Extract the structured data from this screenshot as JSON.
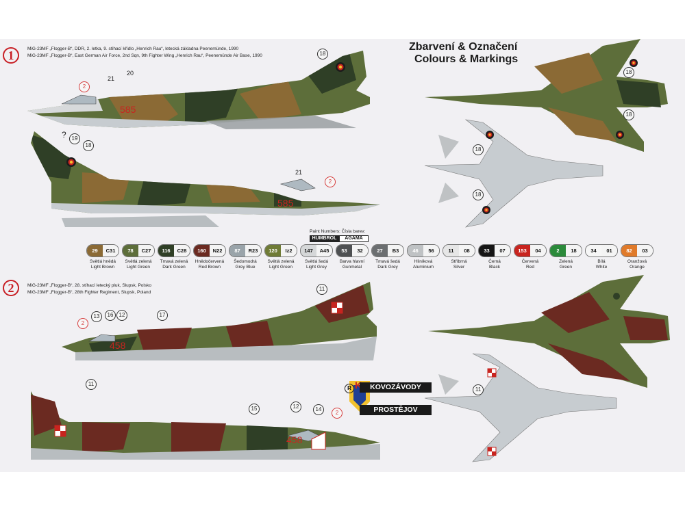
{
  "heading": {
    "czech": "Zbarvení & Označení",
    "english": "Colours & Markings"
  },
  "schemes": [
    {
      "number": "1",
      "caption_cz": "MiG-23MF „Flogger-B“, DDR, 2. letka, 9. stíhací křídlo „Henrich Rau“, letecká základna Peenemünde, 1990",
      "caption_en": "MiG-23MF „Flogger-B“, East German Air Force, 2nd Sqn, 9th Fighter Wing „Henrich Rau“, Peenemünde Air Base, 1990",
      "side_number": "585",
      "callouts": [
        "2",
        "21",
        "20",
        "18",
        "?",
        "19",
        "18",
        "21",
        "2",
        "18",
        "18",
        "18",
        "18"
      ]
    },
    {
      "number": "2",
      "caption_cz": "MiG-23MF „Flogger-B“, 28. stíhací letecký pluk, Slupsk, Polsko",
      "caption_en": "MiG-23MF „Flogger-B“, 28th Fighter Regiment, Slupsk, Poland",
      "side_number": "458",
      "callouts": [
        "11",
        "2",
        "13",
        "16",
        "12",
        "17",
        "11",
        "15",
        "12",
        "14",
        "2",
        "11"
      ]
    }
  ],
  "paint_numbers": {
    "title": "Paint Numbers: Čísla barev:",
    "brand1": "HUMBROL",
    "brand2": "AGAMA"
  },
  "paints": [
    {
      "h": "29",
      "a": "C31",
      "cz": "Světlá hnědá",
      "en": "Light Brown",
      "color": "#8b6a35"
    },
    {
      "h": "78",
      "a": "C27",
      "cz": "Světlá zelená",
      "en": "Light Green",
      "color": "#5d6e3a"
    },
    {
      "h": "116",
      "a": "C28",
      "cz": "Tmavá zelená",
      "en": "Dark Green",
      "color": "#2f3f26"
    },
    {
      "h": "160",
      "a": "N22",
      "cz": "Hnědočervená",
      "en": "Red Brown",
      "color": "#6b2a21"
    },
    {
      "h": "87",
      "a": "R23",
      "cz": "Šedomodrá",
      "en": "Grey Blue",
      "color": "#9aa4aa"
    },
    {
      "h": "120",
      "a": "Iz2",
      "cz": "Světlá zelená",
      "en": "Light Green",
      "color": "#6f7b36"
    },
    {
      "h": "147",
      "a": "A45",
      "cz": "Světlá šedá",
      "en": "Light Grey",
      "color": "#d5d7d8"
    },
    {
      "h": "53",
      "a": "32",
      "cz": "Barva hlavní",
      "en": "Gunmetal",
      "color": "#4e5052"
    },
    {
      "h": "27",
      "a": "B3",
      "cz": "Tmavá šedá",
      "en": "Dark Grey",
      "color": "#6b6e70"
    },
    {
      "h": "46",
      "a": "56",
      "cz": "Hliníková",
      "en": "Aluminium",
      "color": "#bfc2c4"
    },
    {
      "h": "11",
      "a": "08",
      "cz": "Stříbrná",
      "en": "Silver",
      "color": "#e6e6e6"
    },
    {
      "h": "33",
      "a": "07",
      "cz": "Černá",
      "en": "Black",
      "color": "#151515"
    },
    {
      "h": "153",
      "a": "04",
      "cz": "Červená",
      "en": "Red",
      "color": "#c8241f"
    },
    {
      "h": "2",
      "a": "18",
      "cz": "Zelená",
      "en": "Green",
      "color": "#2b8a3a"
    },
    {
      "h": "34",
      "a": "01",
      "cz": "Bílá",
      "en": "White",
      "color": "#f6f6f6"
    },
    {
      "h": "82",
      "a": "03",
      "cz": "Oranžová",
      "en": "Orange",
      "color": "#e07a2a"
    }
  ],
  "brand": {
    "line1": "KOVOZÁVODY",
    "line2": "PROSTĚJOV",
    "logo_letter": "K",
    "registered": "R"
  },
  "colors": {
    "background": "#f1f0f3",
    "red_accent": "#c81f25"
  }
}
